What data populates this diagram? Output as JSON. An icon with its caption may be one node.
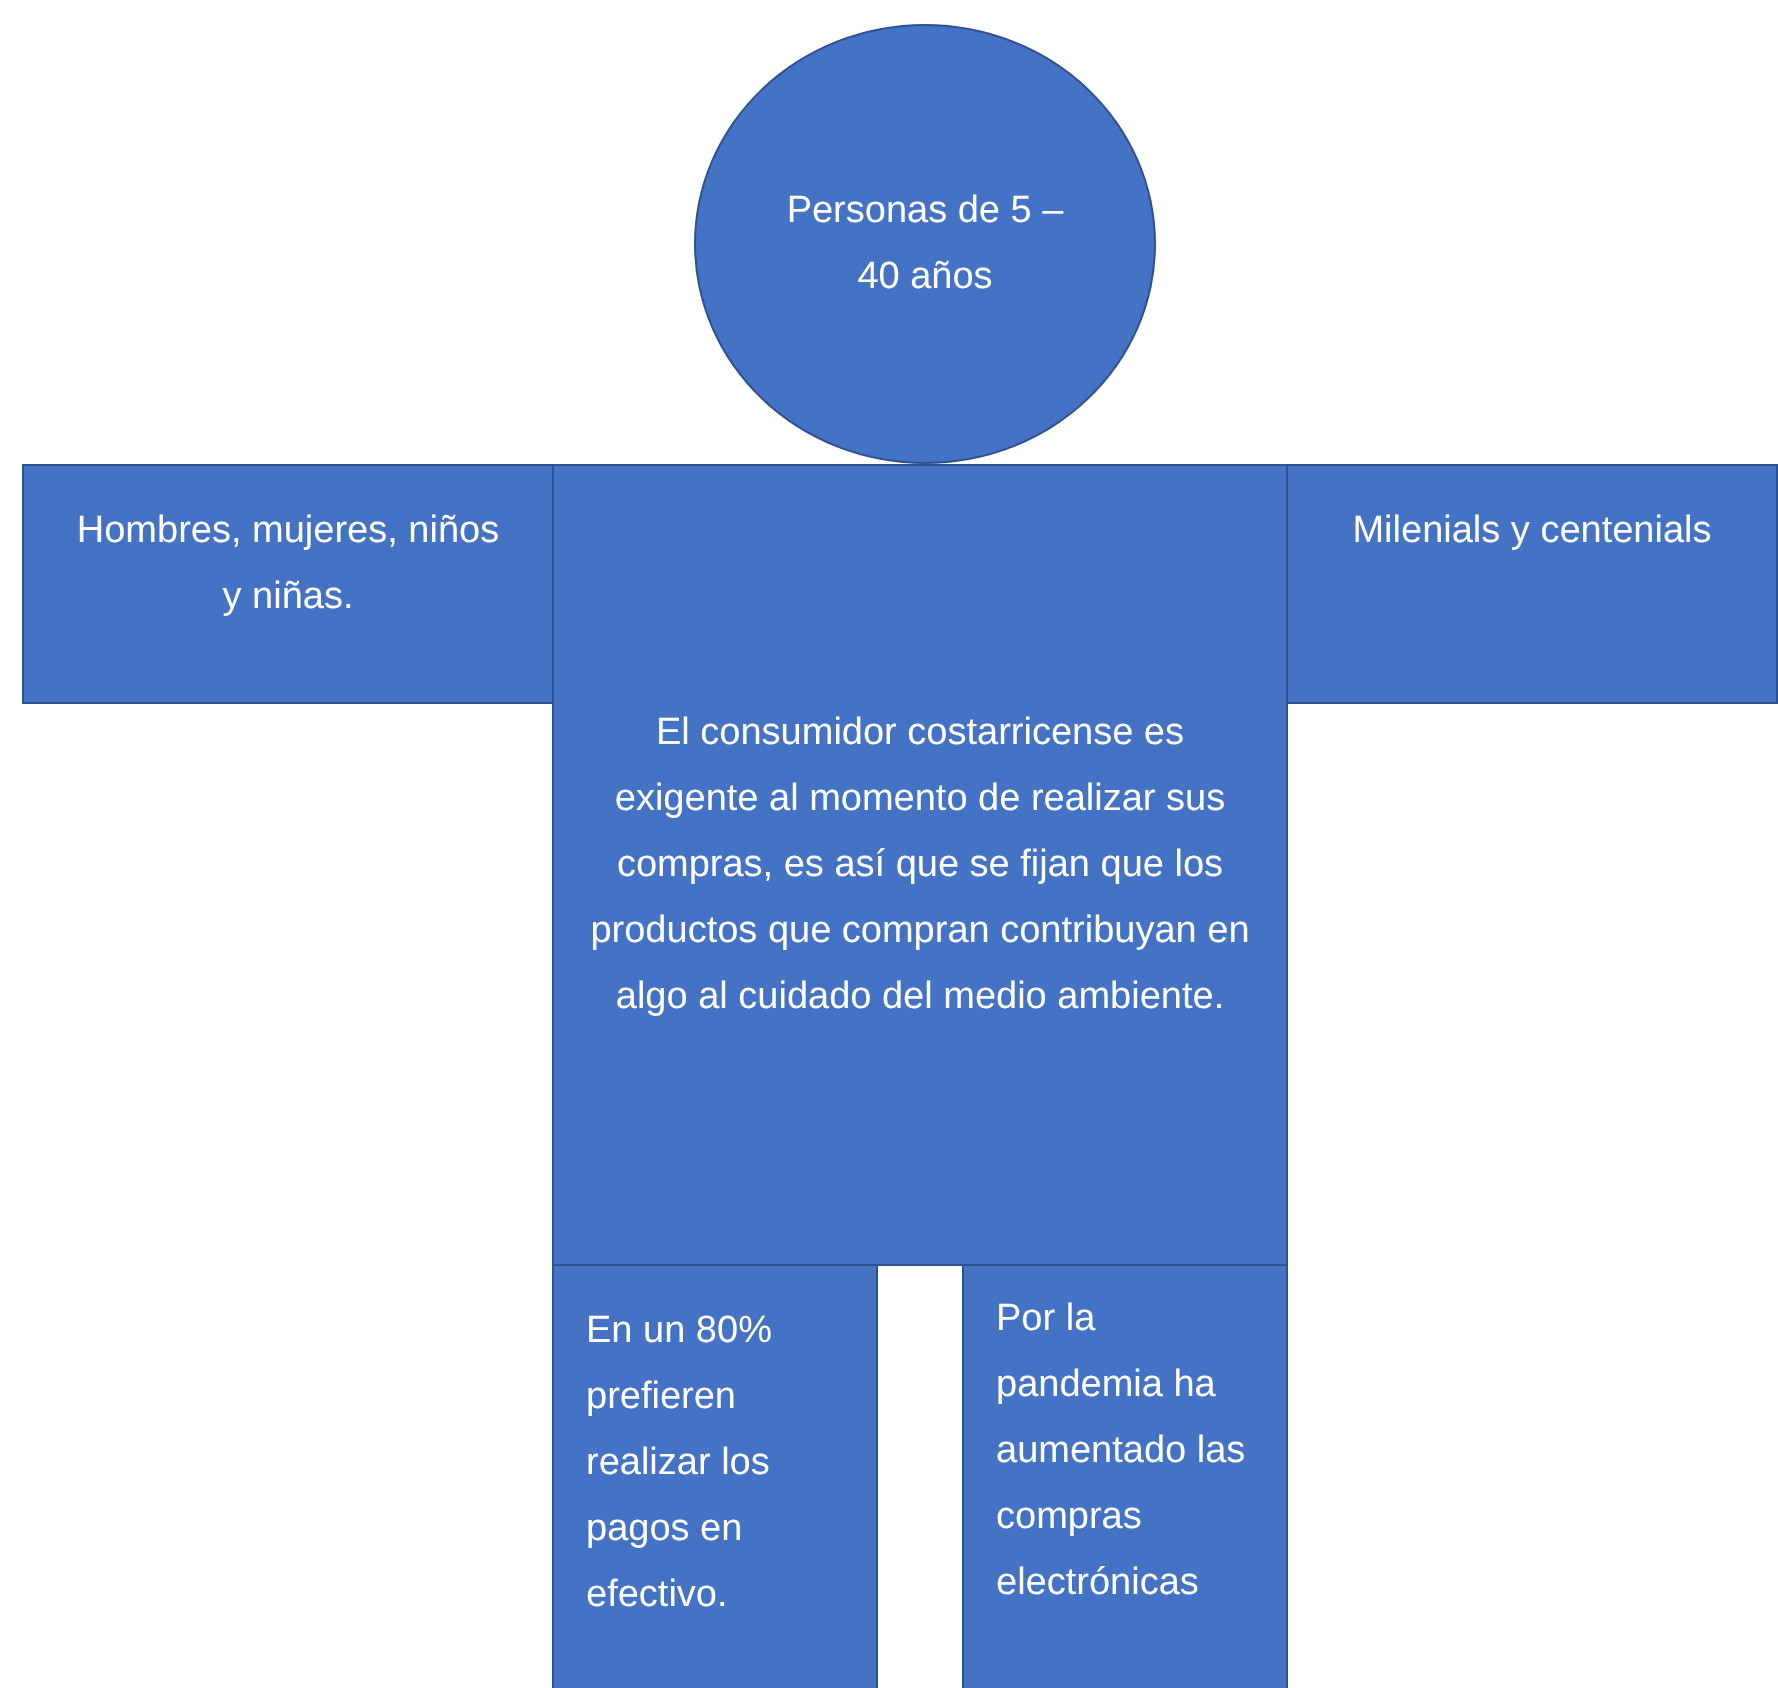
{
  "diagram": {
    "nodes": [
      {
        "text": [
          "Personas de 5 – 40 años"
        ]
      },
      {
        "text": [
          "Hombres, mujeres, niños y niñas."
        ]
      },
      {
        "text": [
          "El consumidor costarricense es exigente al momento de realizar sus compras, es así que se fijan que los productos que compran contribuyan en algo al cuidado del medio ambiente."
        ]
      },
      {
        "text": [
          "Milenials y centenials"
        ]
      },
      {
        "text": [
          "En un 80% prefieren realizar los pagos en efectivo."
        ]
      },
      {
        "text": [
          "Por la pandemia ha aumentado las compras electrónicas"
        ]
      }
    ]
  }
}
